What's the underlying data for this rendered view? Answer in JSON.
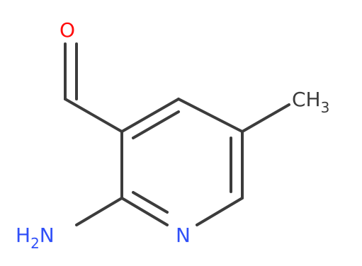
{
  "molecule": {
    "atoms": {
      "oxygen": {
        "symbol": "O"
      },
      "ring_nitrogen": {
        "symbol": "N"
      },
      "amine": {
        "main": "H",
        "sub": "2",
        "tail": "N"
      },
      "methyl": {
        "main": "CH",
        "sub": "3"
      }
    },
    "colors": {
      "bond": "#3c3c3c",
      "oxygen": "#ff0d0d",
      "nitrogen": "#3050f8",
      "carbon": "#3c3c3c"
    }
  }
}
